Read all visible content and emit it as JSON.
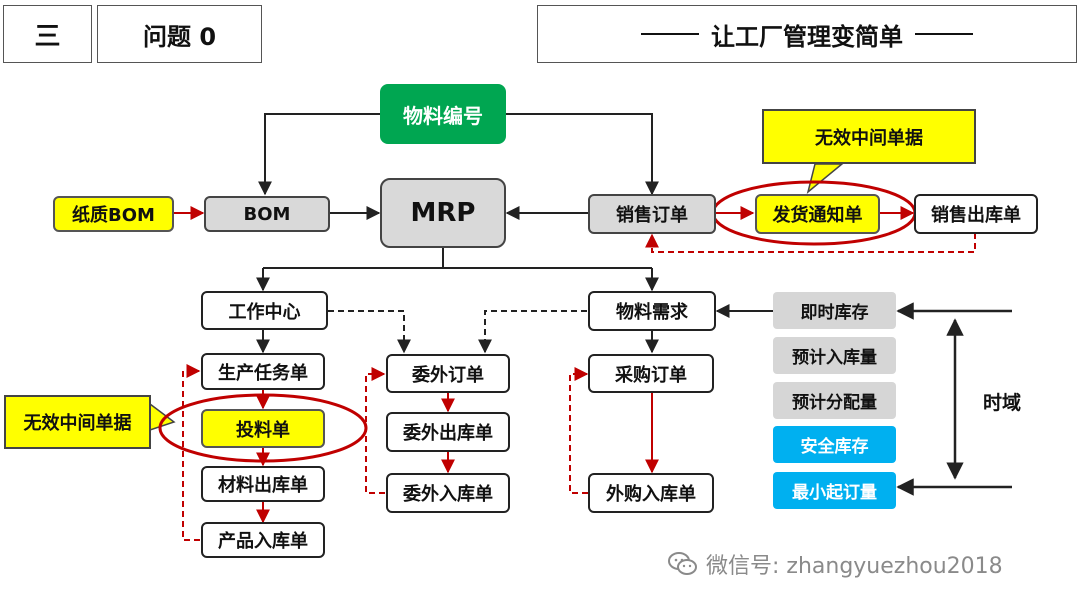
{
  "header": {
    "section_num": "三",
    "question": "问题 0",
    "title": "让工厂管理变简单"
  },
  "nodes": {
    "material_code": "物料编号",
    "paper_bom": "纸质BOM",
    "bom": "BOM",
    "mrp": "MRP",
    "sales_order": "销售订单",
    "delivery_notice": "发货通知单",
    "sales_outbound": "销售出库单",
    "work_center": "工作中心",
    "production_task": "生产任务单",
    "feeding_order": "投料单",
    "material_outbound": "材料出库单",
    "product_inbound": "产品入库单",
    "outsource_order": "委外订单",
    "outsource_outbound": "委外出库单",
    "outsource_inbound": "委外入库单",
    "material_demand": "物料需求",
    "purchase_order": "采购订单",
    "purchase_inbound": "外购入库单"
  },
  "callouts": {
    "invalid_top": "无效中间单据",
    "invalid_left": "无效中间单据"
  },
  "factors": [
    "即时库存",
    "预计入库量",
    "预计分配量",
    "安全库存",
    "最小起订量"
  ],
  "time_domain": "时域",
  "watermark": "微信号: zhangyuezhou2018",
  "colors": {
    "green": "#00a651",
    "yellow": "#ffff00",
    "cyan": "#00b0f0",
    "gray": "#d9d9d9",
    "red": "#c00000"
  }
}
